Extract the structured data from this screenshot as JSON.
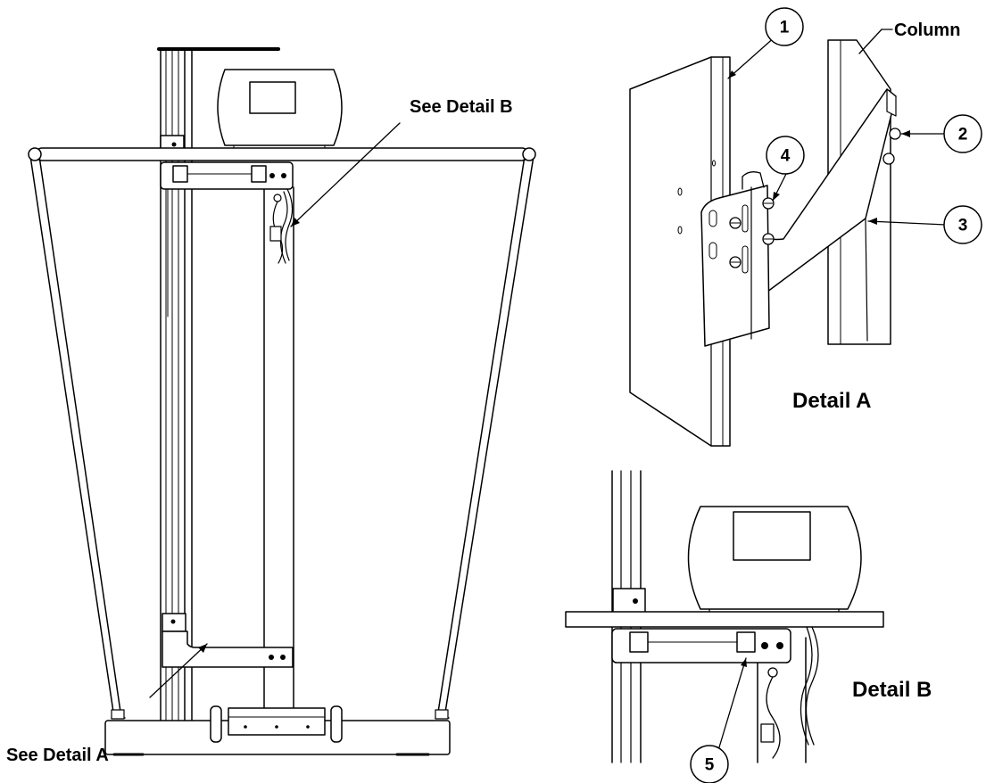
{
  "labels": {
    "see_detail_b": "See Detail B",
    "see_detail_a": "See Detail A",
    "detail_a": "Detail A",
    "detail_b": "Detail B",
    "column": "Column"
  },
  "callouts": [
    "1",
    "2",
    "3",
    "4",
    "5"
  ],
  "colors": {
    "ink": "#000000",
    "paper": "#ffffff"
  }
}
